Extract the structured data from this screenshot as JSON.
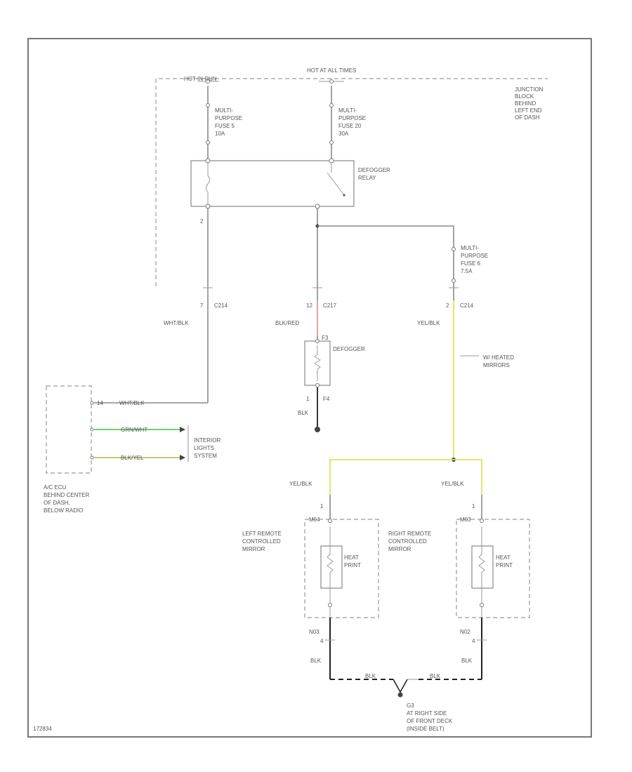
{
  "colors": {
    "wire": "#8a8a8a",
    "red_wire": "#e88a8a",
    "yellow_wire": "#e0e060",
    "green_wire": "#3ec63e",
    "yel_blk_stripe": "#b0b040",
    "ground_wire": "#222222"
  },
  "labels": {
    "hot_in_run": "HOT IN RUN",
    "hot_at_all_times": "HOT AT ALL TIMES",
    "junction_block": [
      "JUNCTION",
      "BLOCK",
      "BEHIND",
      "LEFT END",
      "OF DASH"
    ],
    "fuse5": [
      "MULTI-",
      "PURPOSE",
      "FUSE 5",
      "10A"
    ],
    "fuse20": [
      "MULTI-",
      "PURPOSE",
      "FUSE 20",
      "30A"
    ],
    "defogger_relay": [
      "DEFOGGER",
      "RELAY"
    ],
    "relay_pin_left": "2",
    "fuse6": [
      "MULTI-",
      "PURPOSE",
      "FUSE 6",
      "7.5A"
    ],
    "c214_left_pin": "7",
    "c214_left_conn": "C214",
    "c217_pin": "12",
    "c217_conn": "C217",
    "c214_right_pin": "2",
    "c214_right_conn": "C214",
    "wht_blk": "WHT/BLK",
    "blk_red": "BLK/RED",
    "yel_blk_right": "YEL/BLK",
    "defogger_term": "F3",
    "defogger": "DEFOGGER",
    "w_heated_mirrors": [
      "W/ HEATED",
      "MIRRORS"
    ],
    "f4_pin": "1",
    "f4": "F4",
    "blk_defog": "BLK",
    "ecu_pin_top": "14",
    "ecu_wire_top": "WHT/BLK",
    "grn_wht": "GRN/WHT",
    "blk_yel": "BLK/YEL",
    "interior_lights": [
      "INTERIOR",
      "LIGHTS",
      "SYSTEM"
    ],
    "ac_ecu": [
      "A/C ECU",
      "BEHIND CENTER",
      "OF DASH,",
      "BELOW RADIO"
    ],
    "yel_blk_left_mirror": "YEL/BLK",
    "yel_blk_right_mirror": "YEL/BLK",
    "left_mirror": [
      "LEFT REMOTE",
      "CONTROLLED",
      "MIRROR"
    ],
    "right_mirror": [
      "RIGHT REMOTE",
      "CONTROLLED",
      "MIRROR"
    ],
    "m04": "M04",
    "m03": "M03",
    "heat_print_left": [
      "HEAT",
      "PRINT"
    ],
    "heat_print_right": [
      "HEAT",
      "PRINT"
    ],
    "pin_left_top": "1",
    "pin_right_top": "1",
    "n03": "N03",
    "n02": "N02",
    "n_pin_left": "4",
    "n_pin_right": "4",
    "blk_left": "BLK",
    "blk_right": "BLK",
    "blk_gnd_left": "BLK",
    "blk_gnd_right": "BLK",
    "ground": [
      "G3",
      "AT RIGHT SIDE",
      "OF FRONT DECK",
      "(INSIDE BELT)"
    ],
    "figure_id": "172834"
  }
}
